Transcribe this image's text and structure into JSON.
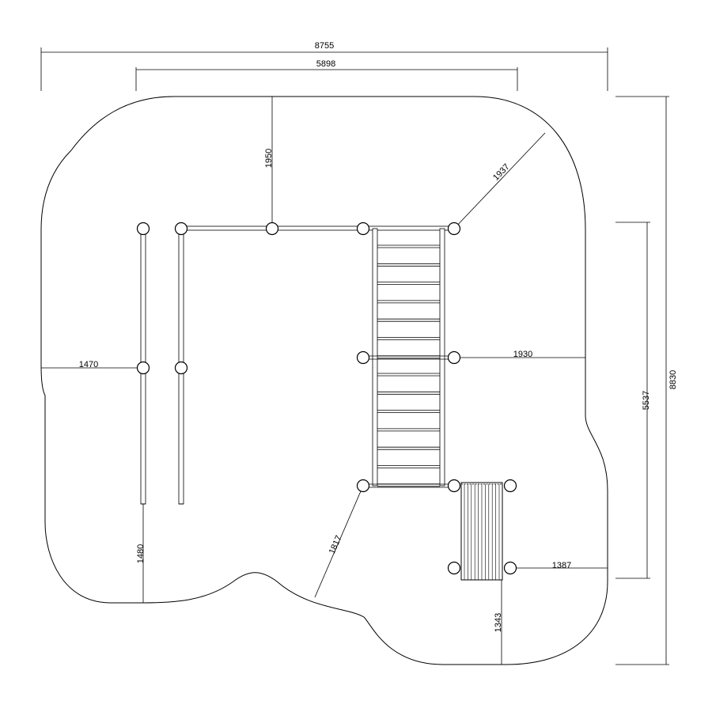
{
  "dimensions": {
    "overall_width": "8755",
    "inner_width": "5898",
    "overall_height": "8830",
    "inner_height": "5537",
    "top_to_bar": "1950",
    "corner_clearance": "1937",
    "right_clearance": "1930",
    "left_clearance": "1470",
    "bottom_left_clearance": "1480",
    "diagonal_clearance": "1817",
    "slide_right_clearance": "1387",
    "slide_bottom_clearance": "1343"
  }
}
